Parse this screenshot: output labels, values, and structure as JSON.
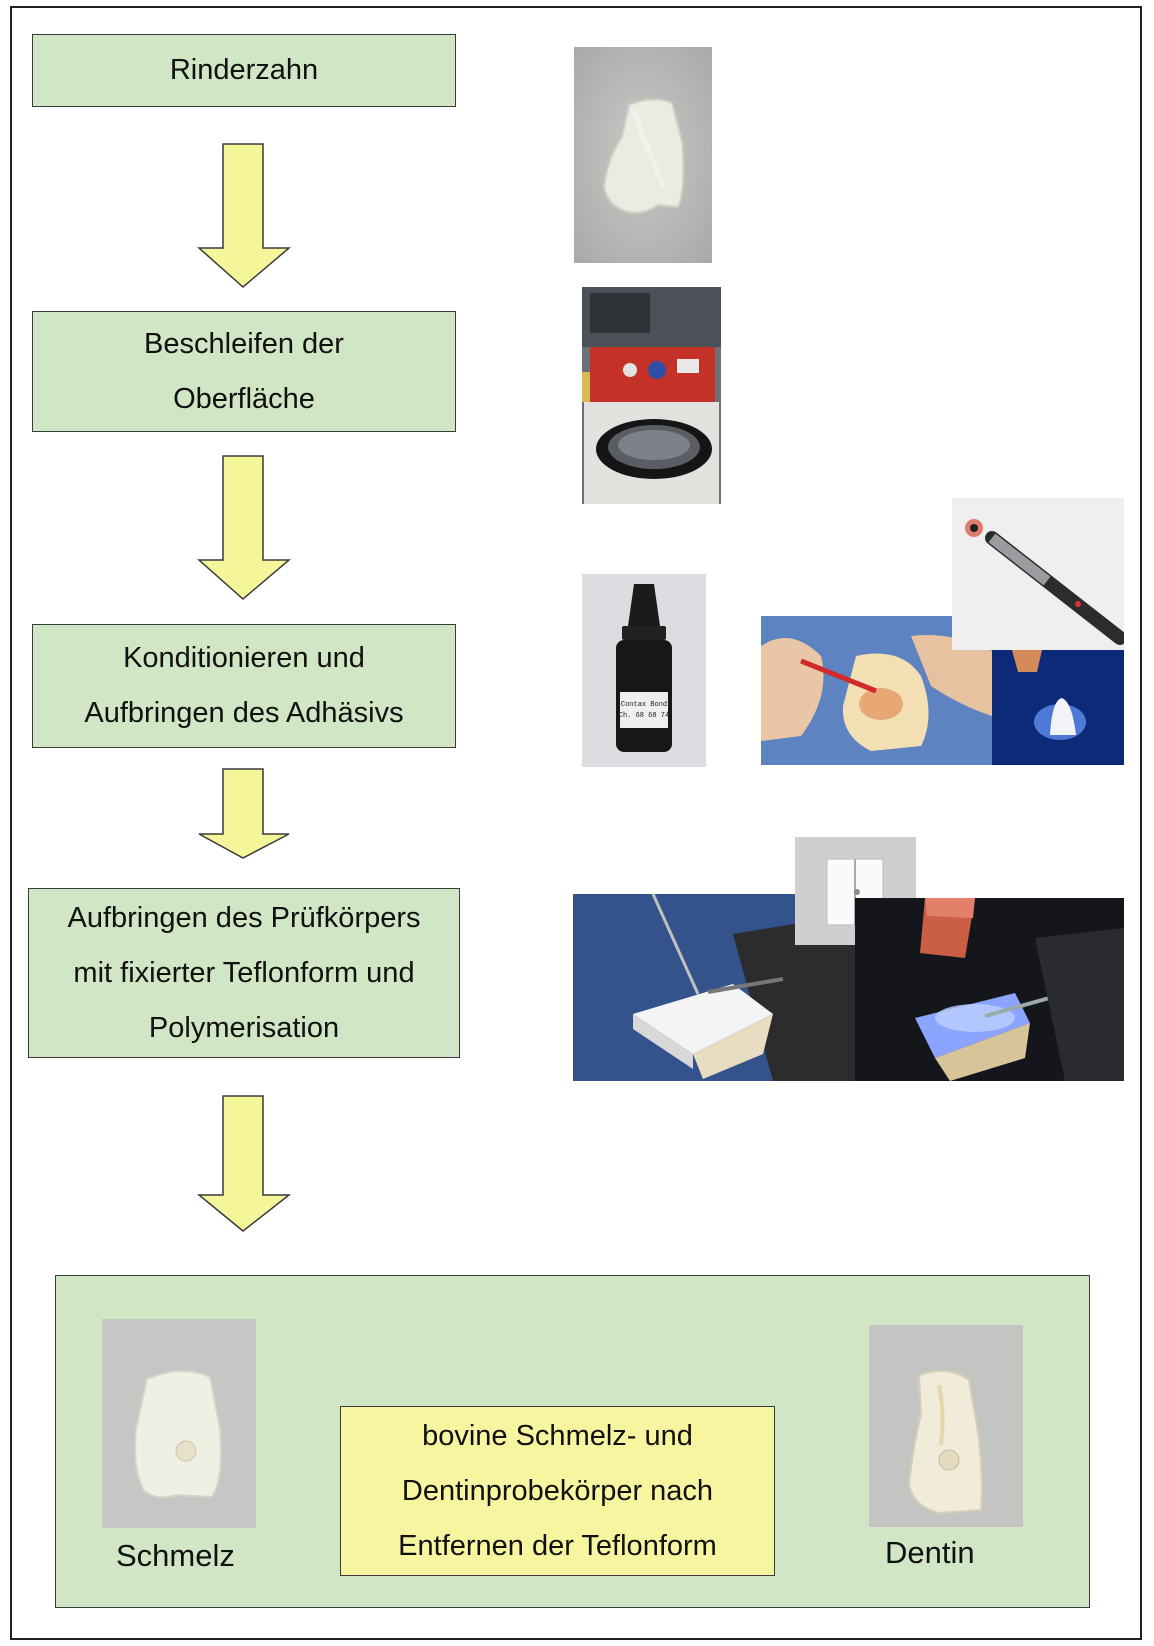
{
  "steps": [
    {
      "lines": [
        "Rinderzahn"
      ]
    },
    {
      "lines": [
        "Beschleifen der",
        "Oberfläche"
      ]
    },
    {
      "lines": [
        "Konditionieren und",
        "Aufbringen des Adhäsivs"
      ]
    },
    {
      "lines": [
        "Aufbringen des Prüfkörpers",
        "mit fixierter Teflonform und",
        "Polymerisation"
      ]
    }
  ],
  "result": {
    "lines": [
      "bovine Schmelz- und",
      "Dentinprobekörper nach",
      "Entfernen der Teflonform"
    ],
    "left_caption": "Schmelz",
    "right_caption": "Dentin"
  },
  "bottle_label": [
    "Contax Bond",
    "Ch. 68 68 74"
  ],
  "colors": {
    "step_fill": "#d1e6c4",
    "arrow_fill": "#f5f59a",
    "result_fill": "#f7f5a0",
    "border": "#3a3a3a"
  }
}
